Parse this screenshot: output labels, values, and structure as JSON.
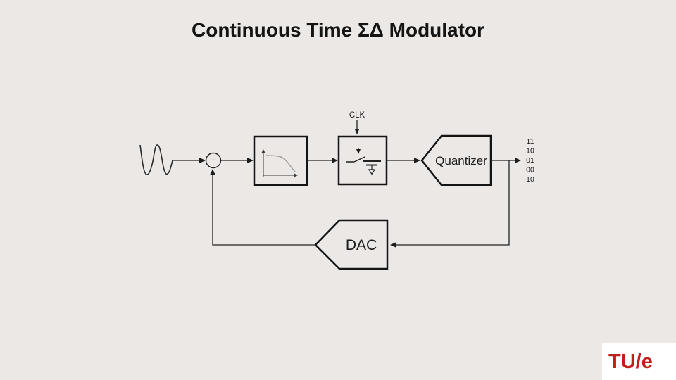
{
  "slide": {
    "title": "Continuous Time ΣΔ Modulator",
    "background_color": "#ece8e6"
  },
  "diagram": {
    "clk_label": "CLK",
    "summing_sign": "−",
    "quantizer_label": "Quantizer",
    "dac_label": "DAC",
    "output_bits": [
      "11",
      "10",
      "01",
      "00",
      "10"
    ],
    "wire_color": "#222222",
    "block_border_color": "#141414",
    "response_curve_color": "#9b9b9b"
  },
  "logo": {
    "text": "TU/e",
    "text_color": "#c41e1c",
    "background_color": "#ffffff"
  }
}
